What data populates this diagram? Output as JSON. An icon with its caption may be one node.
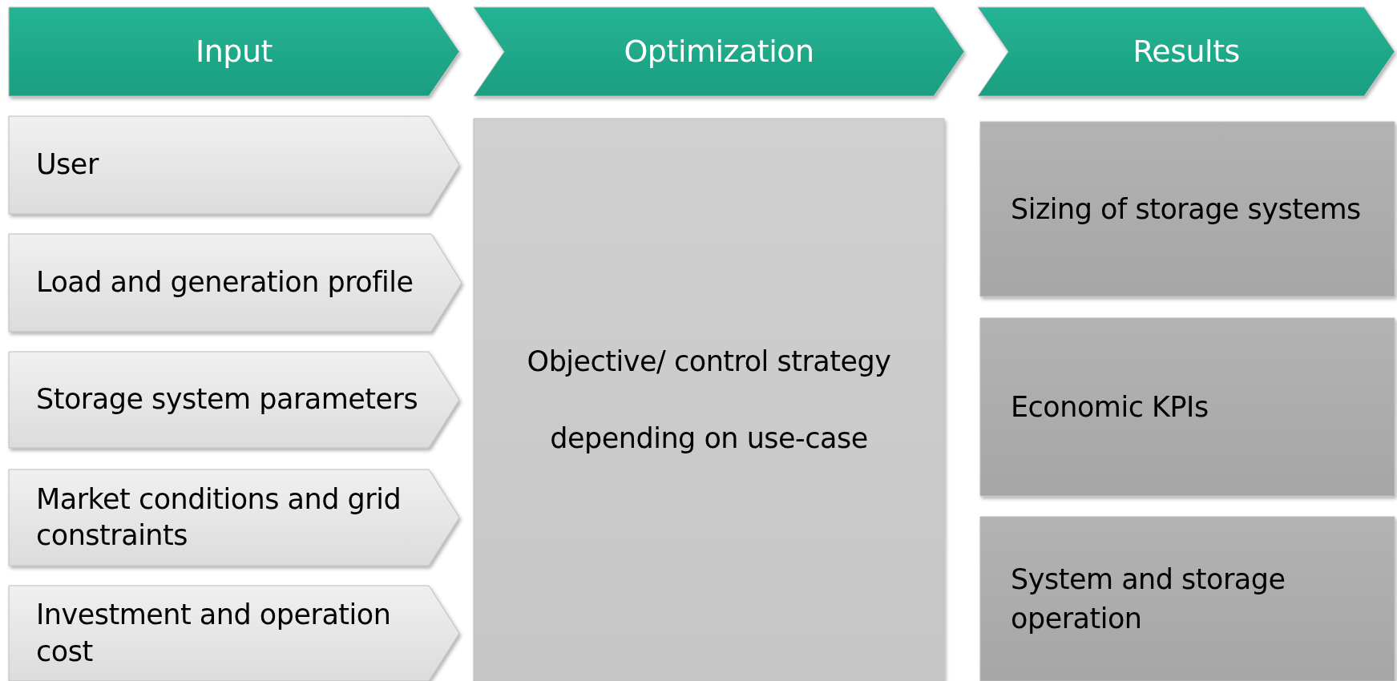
{
  "diagram": {
    "nodes": [
      {
        "text": [
          "Input"
        ]
      },
      {
        "text": [
          "Optimization"
        ]
      },
      {
        "text": [
          "Results"
        ]
      },
      {
        "text": [
          "User"
        ]
      },
      {
        "text": [
          "Load and generation profile"
        ]
      },
      {
        "text": [
          "Storage system parameters"
        ]
      },
      {
        "text": [
          "Market conditions and grid constraints"
        ]
      },
      {
        "text": [
          "Investment and operation cost"
        ]
      },
      {
        "text": [
          "Objective/ control strategy depending on use-case"
        ]
      },
      {
        "text": [
          "Sizing of storage systems"
        ]
      },
      {
        "text": [
          "Economic KPIs"
        ]
      },
      {
        "text": [
          "System and storage operation"
        ]
      }
    ]
  }
}
